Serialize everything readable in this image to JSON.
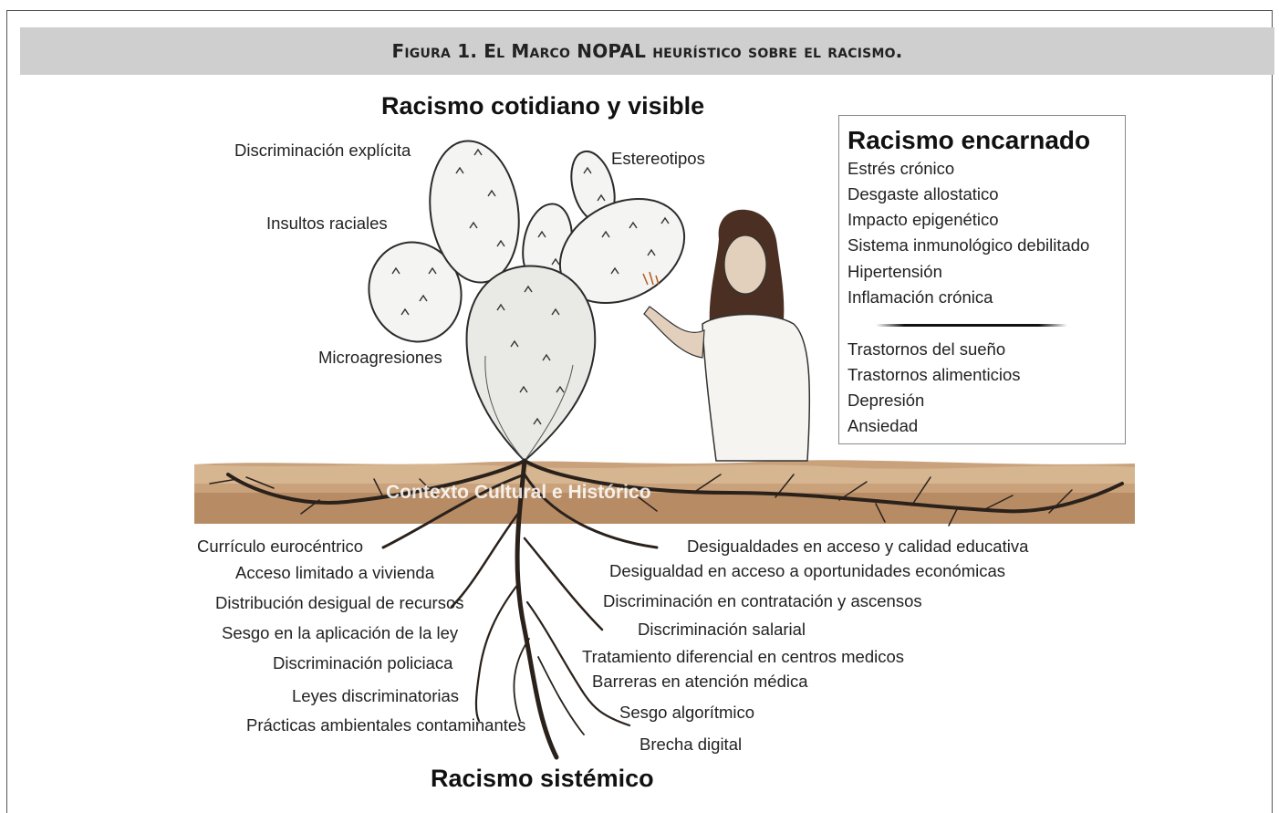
{
  "caption": "Figura 1. El Marco NOPAL heurístico sobre el racismo.",
  "top_title": "Racismo cotidiano y visible",
  "bottom_title": "Racismo sistémico",
  "soil_label": "Contexto Cultural e Histórico",
  "cactus_labels": {
    "discriminacion": "Discriminación explícita",
    "estereotipos": "Estereotipos",
    "insultos": "Insultos raciales",
    "microagresiones": "Microagresiones"
  },
  "embodied": {
    "title": "Racismo encarnado",
    "items_top": [
      "Estrés crónico",
      "Desgaste allostatico",
      "Impacto epigenético",
      "Sistema inmunológico debilitado",
      "Hipertensión",
      "Inflamación crónica"
    ],
    "items_bottom": [
      "Trastornos del sueño",
      "Trastornos alimenticios",
      "Depresión",
      "Ansiedad"
    ]
  },
  "roots_left": [
    "Currículo eurocéntrico",
    "Acceso limitado a vivienda",
    "Distribución desigual de recursos",
    "Sesgo en la aplicación de la ley",
    "Discriminación policiaca",
    "Leyes discriminatorias",
    "Prácticas ambientales contaminantes"
  ],
  "roots_right": [
    "Desigualdades en acceso y calidad educativa",
    "Desigualdad en acceso a oportunidades económicas",
    "Discriminación en contratación y ascensos",
    "Discriminación salarial",
    "Tratamiento diferencial en centros medicos",
    "Barreras en atención médica",
    "Sesgo algorítmico",
    "Brecha digital"
  ],
  "colors": {
    "caption_bg": "#cfcfcf",
    "soil": "#c9a27c",
    "soil_dark": "#a87a52",
    "roots": "#2a211b",
    "skin": "#e2d0bc",
    "hair": "#4a2f22"
  }
}
